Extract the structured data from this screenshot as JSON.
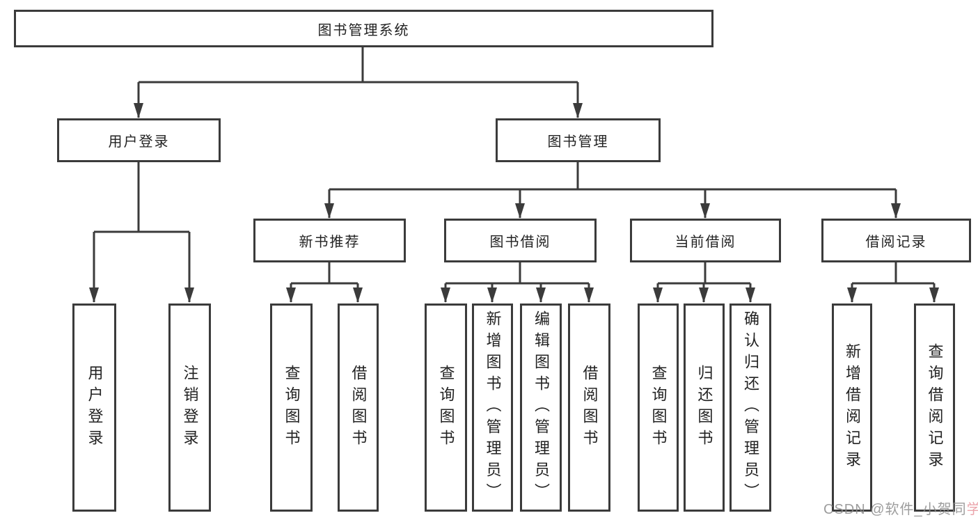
{
  "diagram": {
    "root": {
      "label": "图书管理系统",
      "children": [
        {
          "label": "用户登录",
          "children": [
            {
              "label": "用户登录"
            },
            {
              "label": "注销登录"
            }
          ]
        },
        {
          "label": "图书管理",
          "children": [
            {
              "label": "新书推荐",
              "children": [
                {
                  "label": "查询图书"
                },
                {
                  "label": "借阅图书"
                }
              ]
            },
            {
              "label": "图书借阅",
              "children": [
                {
                  "label": "查询图书"
                },
                {
                  "label": "新增图书（管理员）"
                },
                {
                  "label": "编辑图书（管理员）"
                },
                {
                  "label": "借阅图书"
                }
              ]
            },
            {
              "label": "当前借阅",
              "children": [
                {
                  "label": "查询图书"
                },
                {
                  "label": "归还图书"
                },
                {
                  "label": "确认归还（管理员）"
                }
              ]
            },
            {
              "label": "借阅记录",
              "children": [
                {
                  "label": "新增借阅记录"
                },
                {
                  "label": "查询借阅记录"
                }
              ]
            }
          ]
        }
      ]
    }
  },
  "watermark": {
    "prefix": "CSDN @软件_小贺同",
    "accent_char": "学"
  },
  "colors": {
    "background": "#ffffff",
    "line": "#3b3b3b",
    "text": "#222222",
    "watermark": "#8c8c8c",
    "watermark_accent": "#e8969e"
  }
}
